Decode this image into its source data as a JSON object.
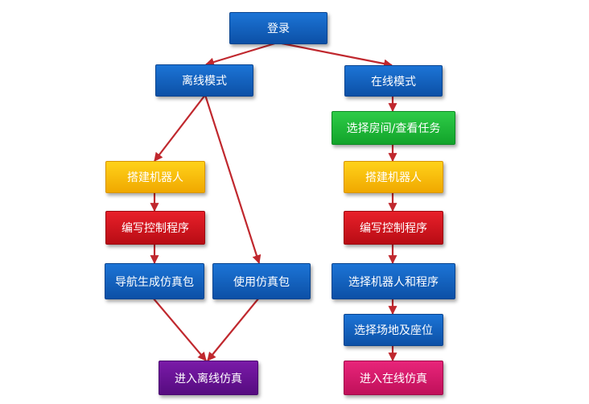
{
  "diagram": {
    "nodes": {
      "login": "登录",
      "offline_mode": "离线模式",
      "online_mode": "在线模式",
      "select_room": "选择房间/查看任务",
      "build_robot_offline": "搭建机器人",
      "write_program_offline": "编写控制程序",
      "nav_generate_package": "导航生成仿真包",
      "use_sim_package": "使用仿真包",
      "enter_offline_sim": "进入离线仿真",
      "build_robot_online": "搭建机器人",
      "write_program_online": "编写控制程序",
      "select_robot_program": "选择机器人和程序",
      "select_venue_seat": "选择场地及座位",
      "enter_online_sim": "进入在线仿真"
    },
    "colors": {
      "blue": "#0c50a6",
      "green": "#12a32a",
      "yellow": "#f0a800",
      "red": "#b80c14",
      "purple": "#560c80",
      "pink": "#c0105a",
      "arrow": "#c0282e"
    }
  }
}
